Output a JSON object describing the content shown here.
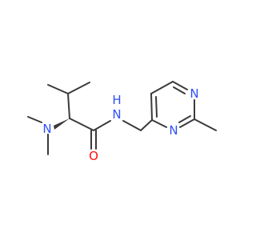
{
  "colors": {
    "carbon_bond": "#3a3a3a",
    "nitrogen": "#3050f8",
    "oxygen": "#ff0d0d",
    "background": "#ffffff"
  },
  "atoms": {
    "n_amine": "N",
    "n_amide": "N",
    "h_amide": "H",
    "o_carbonyl": "O",
    "n_ring_top": "N",
    "n_ring_bottom": "N"
  }
}
